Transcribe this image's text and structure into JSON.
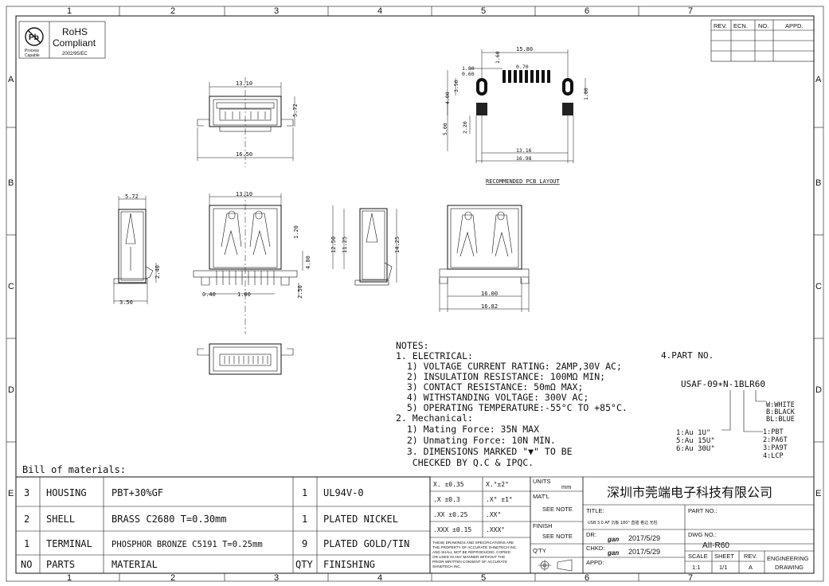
{
  "frame": {
    "top_cols": [
      "1",
      "2",
      "3",
      "4",
      "5",
      "6",
      "7"
    ],
    "bottom_cols": [
      "1",
      "2",
      "3",
      "4",
      "5",
      "6",
      "7"
    ],
    "rows": [
      "A",
      "B",
      "C",
      "D",
      "E"
    ]
  },
  "rohs": {
    "line1": "RoHS",
    "line2": "Compliant",
    "line3": "2002/95/EC",
    "badge": "Pb",
    "badge_sub1": "Process",
    "badge_sub2": "Capable"
  },
  "revision": {
    "headers": [
      "REV.",
      "ECN.",
      "NO.",
      "APPD."
    ]
  },
  "dims": {
    "top_width": "13.10",
    "top_height": "5.72",
    "top_base": "16.50",
    "pcb_15_80": "15.80",
    "pcb_1_60": "1.60",
    "pcb_1_80a": "1.80",
    "pcb_0_60": "0.60",
    "pcb_0_70": "0.70",
    "pcb_3_50": "3.50",
    "pcb_4_00": "4.00",
    "pcb_1_80b": "1.80",
    "pcb_5_00": "5.00",
    "pcb_2_20": "2.20",
    "pcb_13_16": "13.16",
    "pcb_16_98": "16.98",
    "side_5_72": "5.72",
    "side_2_40": "2.40",
    "side_3_50": "3.50",
    "front_13_10": "13.10",
    "front_1_20": "1.20",
    "front_4_00": "4.00",
    "front_2_50": "2.50",
    "front_0_40": "0.40",
    "front_1_00": "1.00",
    "rs_12_50": "12.50",
    "rs_11_25": "11.25",
    "rs_14_25": "14.25",
    "back_16_00": "16.00",
    "back_16_82": "16.82"
  },
  "pcb_caption": "RECOMMENDED PCB LAYOUT",
  "notes": {
    "lines": [
      "NOTES:",
      "1. ELECTRICAL:",
      "  1) VOLTAGE CURRENT RATING: 2AMP,30V AC;",
      "  2) INSULATION RESISTANCE: 100MΩ MIN;",
      "  3) CONTACT RESISTANCE: 50mΩ MAX;",
      "  4) WITHSTANDING VOLTAGE: 300V AC;",
      "  5) OPERATING TEMPERATURE:-55°C TO +85°C.",
      "2. Mechanical:",
      "  1) Mating Force: 35N MAX",
      "  2) Unmating Force: 10N MIN.",
      "  3. DIMENSIONS MARKED \"▼\" TO BE",
      "   CHECKED BY Q.C & IPQC."
    ]
  },
  "part_no": {
    "heading": "4.PART NO.",
    "code": "USAF-09∗N-1BLR60",
    "plating": [
      "1:Au 1U\"",
      "5:Au 15U\"",
      "6:Au 30U\""
    ],
    "color": [
      "W:WHITE",
      "B:BLACK",
      "BL:BLUE"
    ],
    "material": [
      "1:PBT",
      "2:PA6T",
      "3:PA9T",
      "4:LCP"
    ]
  },
  "bom": {
    "title": "Bill of materials:",
    "headers": [
      "NO",
      "PARTS",
      "MATERIAL",
      "QTY",
      "FINISHING"
    ],
    "rows": [
      [
        "3",
        "HOUSING",
        "PBT+30%GF",
        "1",
        "UL94V-0"
      ],
      [
        "2",
        "SHELL",
        "BRASS C2680 T=0.30mm",
        "1",
        "PLATED NICKEL"
      ],
      [
        "1",
        "TERMINAL",
        "PHOSPHOR BRONZE C5191 T=0.25mm",
        "9",
        "PLATED GOLD/TIN"
      ]
    ]
  },
  "tolerance": {
    "rows": [
      [
        "X. ±0.35",
        "X.°±2°"
      ],
      [
        ".X ±0.3",
        ".X° ±1°"
      ],
      [
        ".XX ±0.25",
        ".XX°"
      ],
      [
        ".XXX ±0.15",
        ".XXX°"
      ]
    ],
    "legal": [
      "THESE DRAWINGS AND SPECIFICATIONS ARE",
      "THE PROPERTY OF ACCURATE SHNDTECH INC.",
      "AND SHALL NOT BE REPRODUCED, COPIED",
      "OR USED IN ANY MANNER WITHOUT THE",
      "PRIOR WRITTEN CONSENT OF ACCURATE",
      "SHNDTECH INC."
    ]
  },
  "spec": {
    "units": "UNITS",
    "units_val": "mm",
    "matl": "MAT'L",
    "matl_val": "SEE NOTE",
    "finish": "FINISH",
    "finish_val": "SEE NOTE",
    "qty": "Q'TY"
  },
  "title_block": {
    "company": "深圳市莞端电子科技有限公司",
    "title_label": "TITLE:",
    "title_val": "USB 3.0 AF 沉板 180° 直插 卷边 无柱",
    "part_label": "PART NO.:",
    "dr_label": "DR:",
    "dr_sign": "gan",
    "dr_date": "2017/5/29",
    "chkd_label": "CHKD:",
    "chkd_sign": "gan",
    "chkd_date": "2017/5/29",
    "appd_label": "APPD:",
    "dwg_label": "DWG NO.:",
    "dwg_val": "AII-R60",
    "scale_label": "SCALE",
    "sheet_label": "SHEET",
    "rev_label": "REV.",
    "scale_val": "1:1",
    "sheet_val": "1/1",
    "rev_val": "A",
    "eng1": "ENGINEERING",
    "eng2": "DRAWING"
  }
}
